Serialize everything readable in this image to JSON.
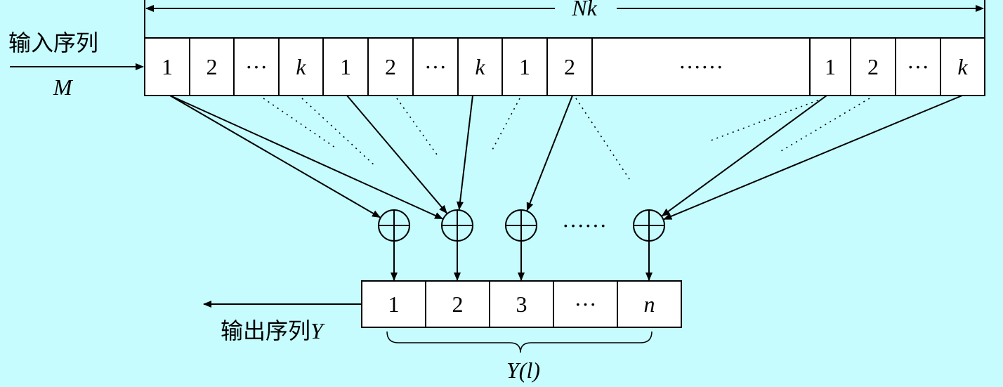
{
  "colors": {
    "background": "#c6fcfe",
    "stroke": "#000000",
    "cell_fill": "#ffffff"
  },
  "header": {
    "span_label": "Nk"
  },
  "input": {
    "title": "输入序列",
    "symbol": "M"
  },
  "register": {
    "cells": [
      {
        "text": "1",
        "italic": false
      },
      {
        "text": "2",
        "italic": false
      },
      {
        "text": "···",
        "italic": false
      },
      {
        "text": "k",
        "italic": true
      },
      {
        "text": "1",
        "italic": false
      },
      {
        "text": "2",
        "italic": false
      },
      {
        "text": "···",
        "italic": false
      },
      {
        "text": "k",
        "italic": true
      },
      {
        "text": "1",
        "italic": false
      },
      {
        "text": "2",
        "italic": false
      },
      {
        "text": "······",
        "italic": false
      },
      {
        "text": "1",
        "italic": false
      },
      {
        "text": "2",
        "italic": false
      },
      {
        "text": "···",
        "italic": false
      },
      {
        "text": "k",
        "italic": true
      }
    ]
  },
  "adders": {
    "symbol": "xor-circle-plus",
    "ellipsis": "······"
  },
  "output": {
    "cells": [
      {
        "text": "1",
        "italic": false
      },
      {
        "text": "2",
        "italic": false
      },
      {
        "text": "3",
        "italic": false
      },
      {
        "text": "···",
        "italic": false
      },
      {
        "text": "n",
        "italic": true
      }
    ],
    "title": "输出序列",
    "symbol": "Y",
    "group_label": "Y(l)"
  }
}
